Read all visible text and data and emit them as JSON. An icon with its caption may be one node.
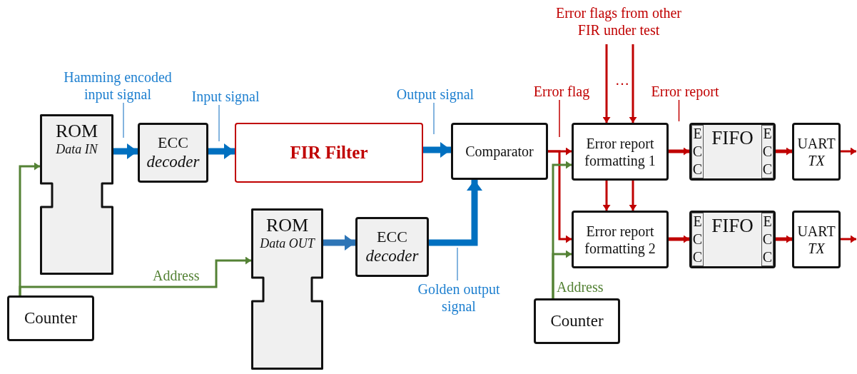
{
  "diagram": {
    "nodes": [
      {
        "text": [
          "ROM",
          "Data IN"
        ]
      },
      {
        "text": [
          "ECC",
          "decoder"
        ]
      },
      {
        "text": [
          "FIR Filter"
        ]
      },
      {
        "text": [
          "Comparator"
        ]
      },
      {
        "text": [
          "ROM",
          "Data OUT"
        ]
      },
      {
        "text": [
          "ECC",
          "decoder"
        ]
      },
      {
        "text": [
          "Counter"
        ]
      },
      {
        "text": [
          "Error report formatting 1"
        ]
      },
      {
        "text": [
          "Error report formatting 2"
        ]
      },
      {
        "text": [
          "FIFO"
        ]
      },
      {
        "text": [
          "ECC"
        ],
        "in": 9
      },
      {
        "text": [
          "ECC"
        ],
        "in": 9
      },
      {
        "text": [
          "UART",
          "TX"
        ]
      },
      {
        "text": [
          "FIFO"
        ]
      },
      {
        "text": [
          "ECC"
        ],
        "in": 13
      },
      {
        "text": [
          "ECC"
        ],
        "in": 13
      },
      {
        "text": [
          "UART",
          "TX"
        ]
      },
      {
        "text": [
          "Counter"
        ]
      },
      {
        "text": [
          "Hamming encoded input signal"
        ]
      },
      {
        "text": [
          "Input signal"
        ]
      },
      {
        "text": [
          "Output signal"
        ]
      },
      {
        "text": [
          "Golden output signal"
        ]
      },
      {
        "text": [
          "Error flag"
        ]
      },
      {
        "text": [
          "Error report"
        ]
      }
    ],
    "edges": [
      {
        "from": 0,
        "to": 1,
        "arrow": "to",
        "style": "thick",
        "color": "#0070c0"
      },
      {
        "from": 1,
        "to": 2,
        "arrow": "to",
        "style": "thick",
        "color": "#0070c0"
      },
      {
        "from": 2,
        "to": 3,
        "arrow": "to",
        "style": "thick",
        "color": "#0070c0"
      },
      {
        "from": 4,
        "to": 5,
        "arrow": "to",
        "style": "thick",
        "color": "#2e75b6"
      },
      {
        "from": 5,
        "to": 3,
        "arrow": "to",
        "style": "thick",
        "color": "#0070c0"
      },
      {
        "from": 6,
        "to": 0,
        "arrow": "to",
        "color": "#548235"
      },
      {
        "from": 6,
        "to": 4,
        "arrow": "to",
        "color": "#548235",
        "label": "Address"
      },
      {
        "from": 3,
        "to": 7,
        "arrow": "to"
      },
      {
        "from": 3,
        "to": 8,
        "arrow": "to"
      },
      {
        "from": 17,
        "to": 7,
        "arrow": "to",
        "color": "#548235"
      },
      {
        "from": 17,
        "to": 8,
        "arrow": "to",
        "color": "#548235",
        "label": "Address"
      },
      {
        "from": null,
        "to": 7,
        "arrow": "to"
      },
      {
        "from": null,
        "to": 7,
        "arrow": "to"
      },
      {
        "from": 7,
        "to": 8,
        "arrow": "to"
      },
      {
        "from": 7,
        "to": 8,
        "arrow": "to"
      },
      {
        "from": 7,
        "to": 9,
        "arrow": "to"
      },
      {
        "from": 8,
        "to": 13,
        "arrow": "to"
      },
      {
        "from": 9,
        "to": 12,
        "arrow": "to"
      },
      {
        "from": 13,
        "to": 16,
        "arrow": "to"
      },
      {
        "from": 12,
        "to": null,
        "arrow": "to"
      },
      {
        "from": 16,
        "to": null,
        "arrow": "to"
      },
      {
        "from": 18,
        "to": null,
        "arrow": "none",
        "color": "#5b9bd5"
      },
      {
        "from": 19,
        "to": null,
        "arrow": "none",
        "color": "#5b9bd5"
      },
      {
        "from": 20,
        "to": null,
        "arrow": "none",
        "color": "#5b9bd5"
      },
      {
        "from": 21,
        "to": null,
        "arrow": "none",
        "color": "#5b9bd5"
      },
      {
        "from": 22,
        "to": null,
        "arrow": "none"
      },
      {
        "from": 23,
        "to": null,
        "arrow": "none"
      }
    ],
    "labels": [
      "Error flags from other FIR under test",
      "…"
    ]
  }
}
